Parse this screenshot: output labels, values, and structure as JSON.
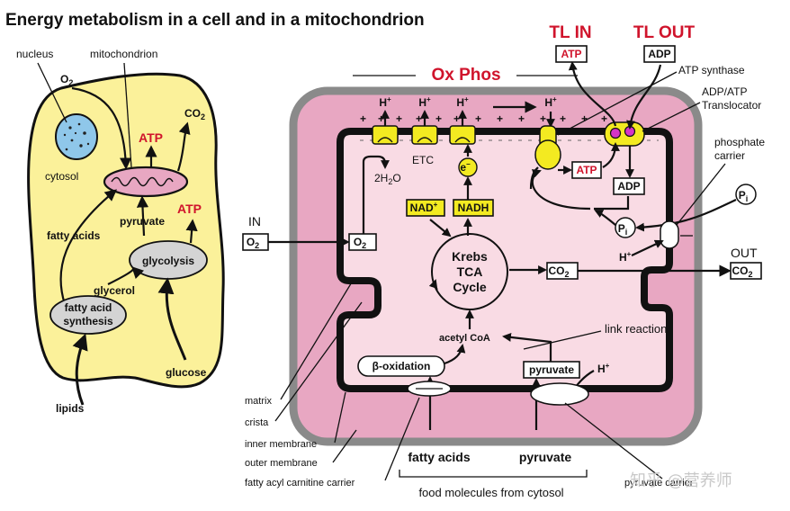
{
  "title": "Energy metabolism in a cell and in a mitochondrion",
  "cell": {
    "nucleus": "nucleus",
    "mitochondrion": "mitochondrion",
    "o2": "O",
    "o2_sub": "2",
    "co2": "CO",
    "co2_sub": "2",
    "atp_top": "ATP",
    "atp_right": "ATP",
    "cytosol": "cytosol",
    "fatty_acids": "fatty acids",
    "pyruvate": "pyruvate",
    "glycolysis": "glycolysis",
    "glycerol": "glycerol",
    "fa_synthesis_1": "fatty acid",
    "fa_synthesis_2": "synthesis",
    "lipids": "lipids",
    "glucose": "glucose"
  },
  "mito": {
    "ox_phos": "Ox Phos",
    "tl_in": "TL IN",
    "tl_out": "TL OUT",
    "atp_in": "ATP",
    "adp_out": "ADP",
    "atp_synthase": "ATP synthase",
    "translocator_1": "ADP/ATP",
    "translocator_2": "Translocator",
    "phosphate_carrier_1": "phosphate",
    "phosphate_carrier_2": "carrier",
    "h_plus": "H",
    "h_sup": "+",
    "etc": "ETC",
    "water": "2H",
    "water_sub": "2",
    "water_o": "O",
    "electron": "e",
    "electron_sup": "−",
    "nad": "NAD",
    "nad_sup": "+",
    "nadh": "NADH",
    "atp_matrix": "ATP",
    "adp_matrix": "ADP",
    "pi": "P",
    "pi_sub": "i",
    "in_label": "IN",
    "o2_in": "O",
    "o2_in_sub": "2",
    "o2_matrix": "O",
    "o2_matrix_sub": "2",
    "krebs_1": "Krebs",
    "krebs_2": "TCA",
    "krebs_3": "Cycle",
    "co2_matrix": "CO",
    "co2_matrix_sub": "2",
    "out_label": "OUT",
    "co2_out": "CO",
    "co2_out_sub": "2",
    "link_reaction": "link reaction",
    "acetyl_coa": "acetyl CoA",
    "beta_oxidation": "β-oxidation",
    "pyruvate_matrix": "pyruvate",
    "fatty_acids": "fatty acids",
    "pyruvate": "pyruvate",
    "food_molecules": "food molecules from cytosol",
    "pyruvate_carrier": "pyruvate carrier"
  },
  "legend": {
    "matrix": "matrix",
    "crista": "crista",
    "inner_membrane": "inner membrane",
    "outer_membrane": "outer membrane",
    "fatty_acyl_carrier": "fatty acyl carnitine carrier"
  },
  "watermark": "知乎 @营养师",
  "colors": {
    "cytosol": "#fbf19a",
    "outer_mito": "#e8a7c2",
    "matrix": "#f9dbe4",
    "membrane_gray": "#8a8a8a",
    "yellow_box": "#f3ea21",
    "red_text": "#d0142c",
    "glycolysis_gray": "#d4d4d4",
    "magenta": "#d633c7"
  }
}
